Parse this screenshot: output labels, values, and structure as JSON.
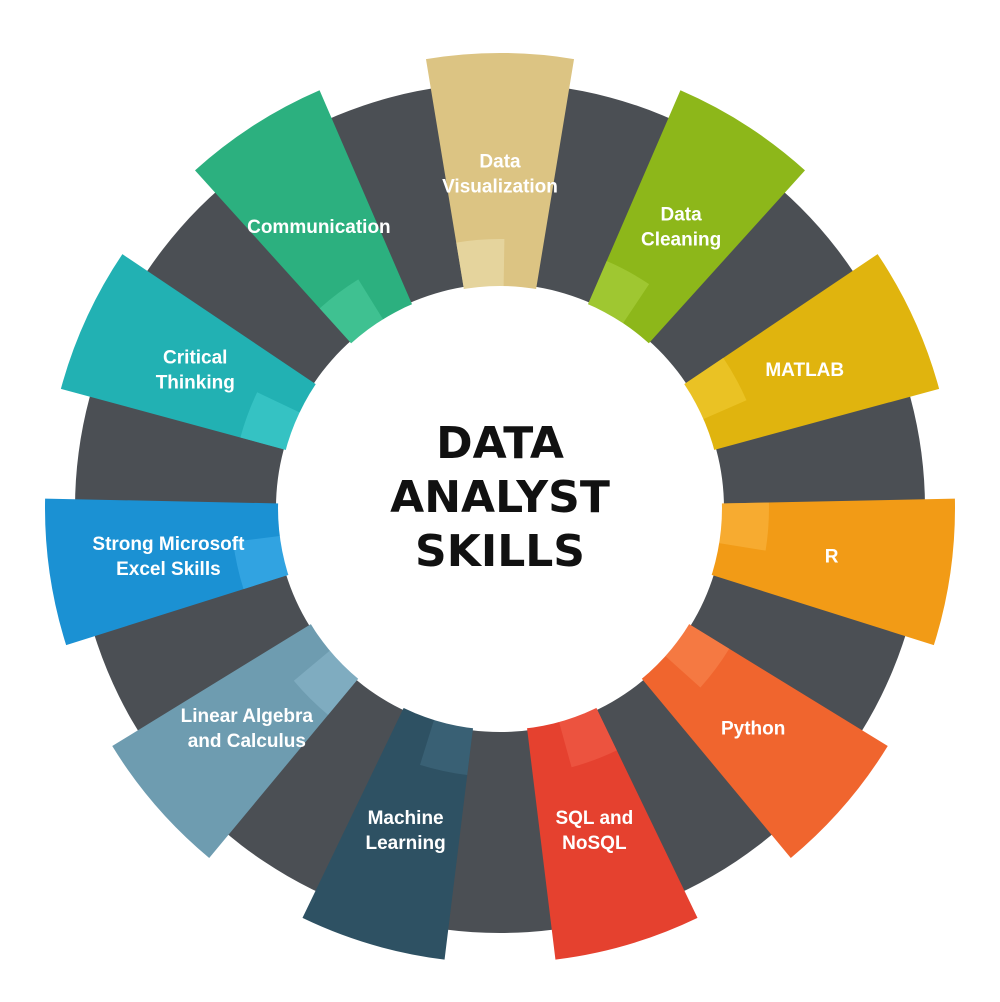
{
  "title": {
    "lines": [
      "DATA",
      "ANALYST",
      "SKILLS"
    ]
  },
  "segments": [
    {
      "label": [
        "Data",
        "Visualization"
      ],
      "color": "#DCC483",
      "inner_color": "#E8D9A6"
    },
    {
      "label": [
        "Data",
        "Cleaning"
      ],
      "color": "#8DB71A",
      "inner_color": "#A6CC3A"
    },
    {
      "label": [
        "MATLAB"
      ],
      "color": "#E0B40E",
      "inner_color": "#EDC72C"
    },
    {
      "label": [
        "R"
      ],
      "color": "#F29B16",
      "inner_color": "#F8B03A"
    },
    {
      "label": [
        "Python"
      ],
      "color": "#F0652E",
      "inner_color": "#F7804A"
    },
    {
      "label": [
        "SQL and",
        "NoSQL"
      ],
      "color": "#E5412F",
      "inner_color": "#EE5A45"
    },
    {
      "label": [
        "Machine",
        "Learning"
      ],
      "color": "#2E5163",
      "inner_color": "#3D6679"
    },
    {
      "label": [
        "Linear Algebra",
        "and Calculus"
      ],
      "color": "#6E9CB0",
      "inner_color": "#86B2C5"
    },
    {
      "label": [
        "Strong Microsoft",
        "Excel Skills"
      ],
      "color": "#1B91D3",
      "inner_color": "#3AAAE6"
    },
    {
      "label": [
        "Critical",
        "Thinking"
      ],
      "color": "#22B1B3",
      "inner_color": "#3CC8C8"
    },
    {
      "label": [
        "Communication"
      ],
      "color": "#2CB07F",
      "inner_color": "#46C797"
    }
  ],
  "connector_color": "#4B4F54"
}
